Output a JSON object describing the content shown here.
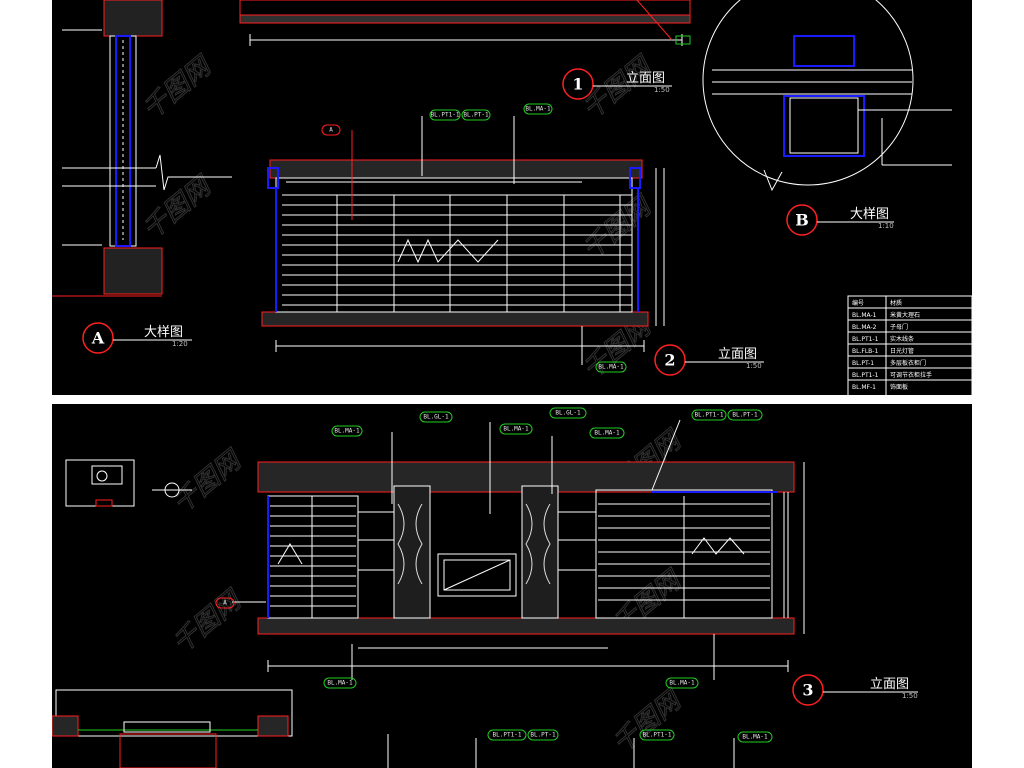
{
  "panels": [
    {
      "views": [
        {
          "number": "1",
          "title": "立面图",
          "scale": "1:50"
        },
        {
          "number": "B",
          "title": "大样图",
          "scale": "1:10"
        },
        {
          "number": "A",
          "title": "大样图",
          "scale": "1:20"
        },
        {
          "number": "2",
          "title": "立面图",
          "scale": "1:50"
        }
      ]
    },
    {
      "views": [
        {
          "number": "3",
          "title": "立面图",
          "scale": "1:50"
        }
      ]
    }
  ],
  "material_table": {
    "headers": [
      "编号",
      "材质"
    ],
    "rows": [
      [
        "BL.MA-1",
        "米黄大理石"
      ],
      [
        "BL.MA-2",
        "子母门"
      ],
      [
        "BL.PT1-1",
        "实木线条"
      ],
      [
        "BL.FLB-1",
        "日光灯管"
      ],
      [
        "BL.PT-1",
        "多层板衣柜门"
      ],
      [
        "BL.PT1-1",
        "可调节衣柜拉手"
      ],
      [
        "BL.MF-1",
        "饰面板"
      ]
    ]
  },
  "watermark": "千图网",
  "colors": {
    "background": "#000000",
    "lines": "#ffffff",
    "accent": "#ff2020",
    "tag_border": "#22cc22",
    "panel": "#1a1aff"
  }
}
